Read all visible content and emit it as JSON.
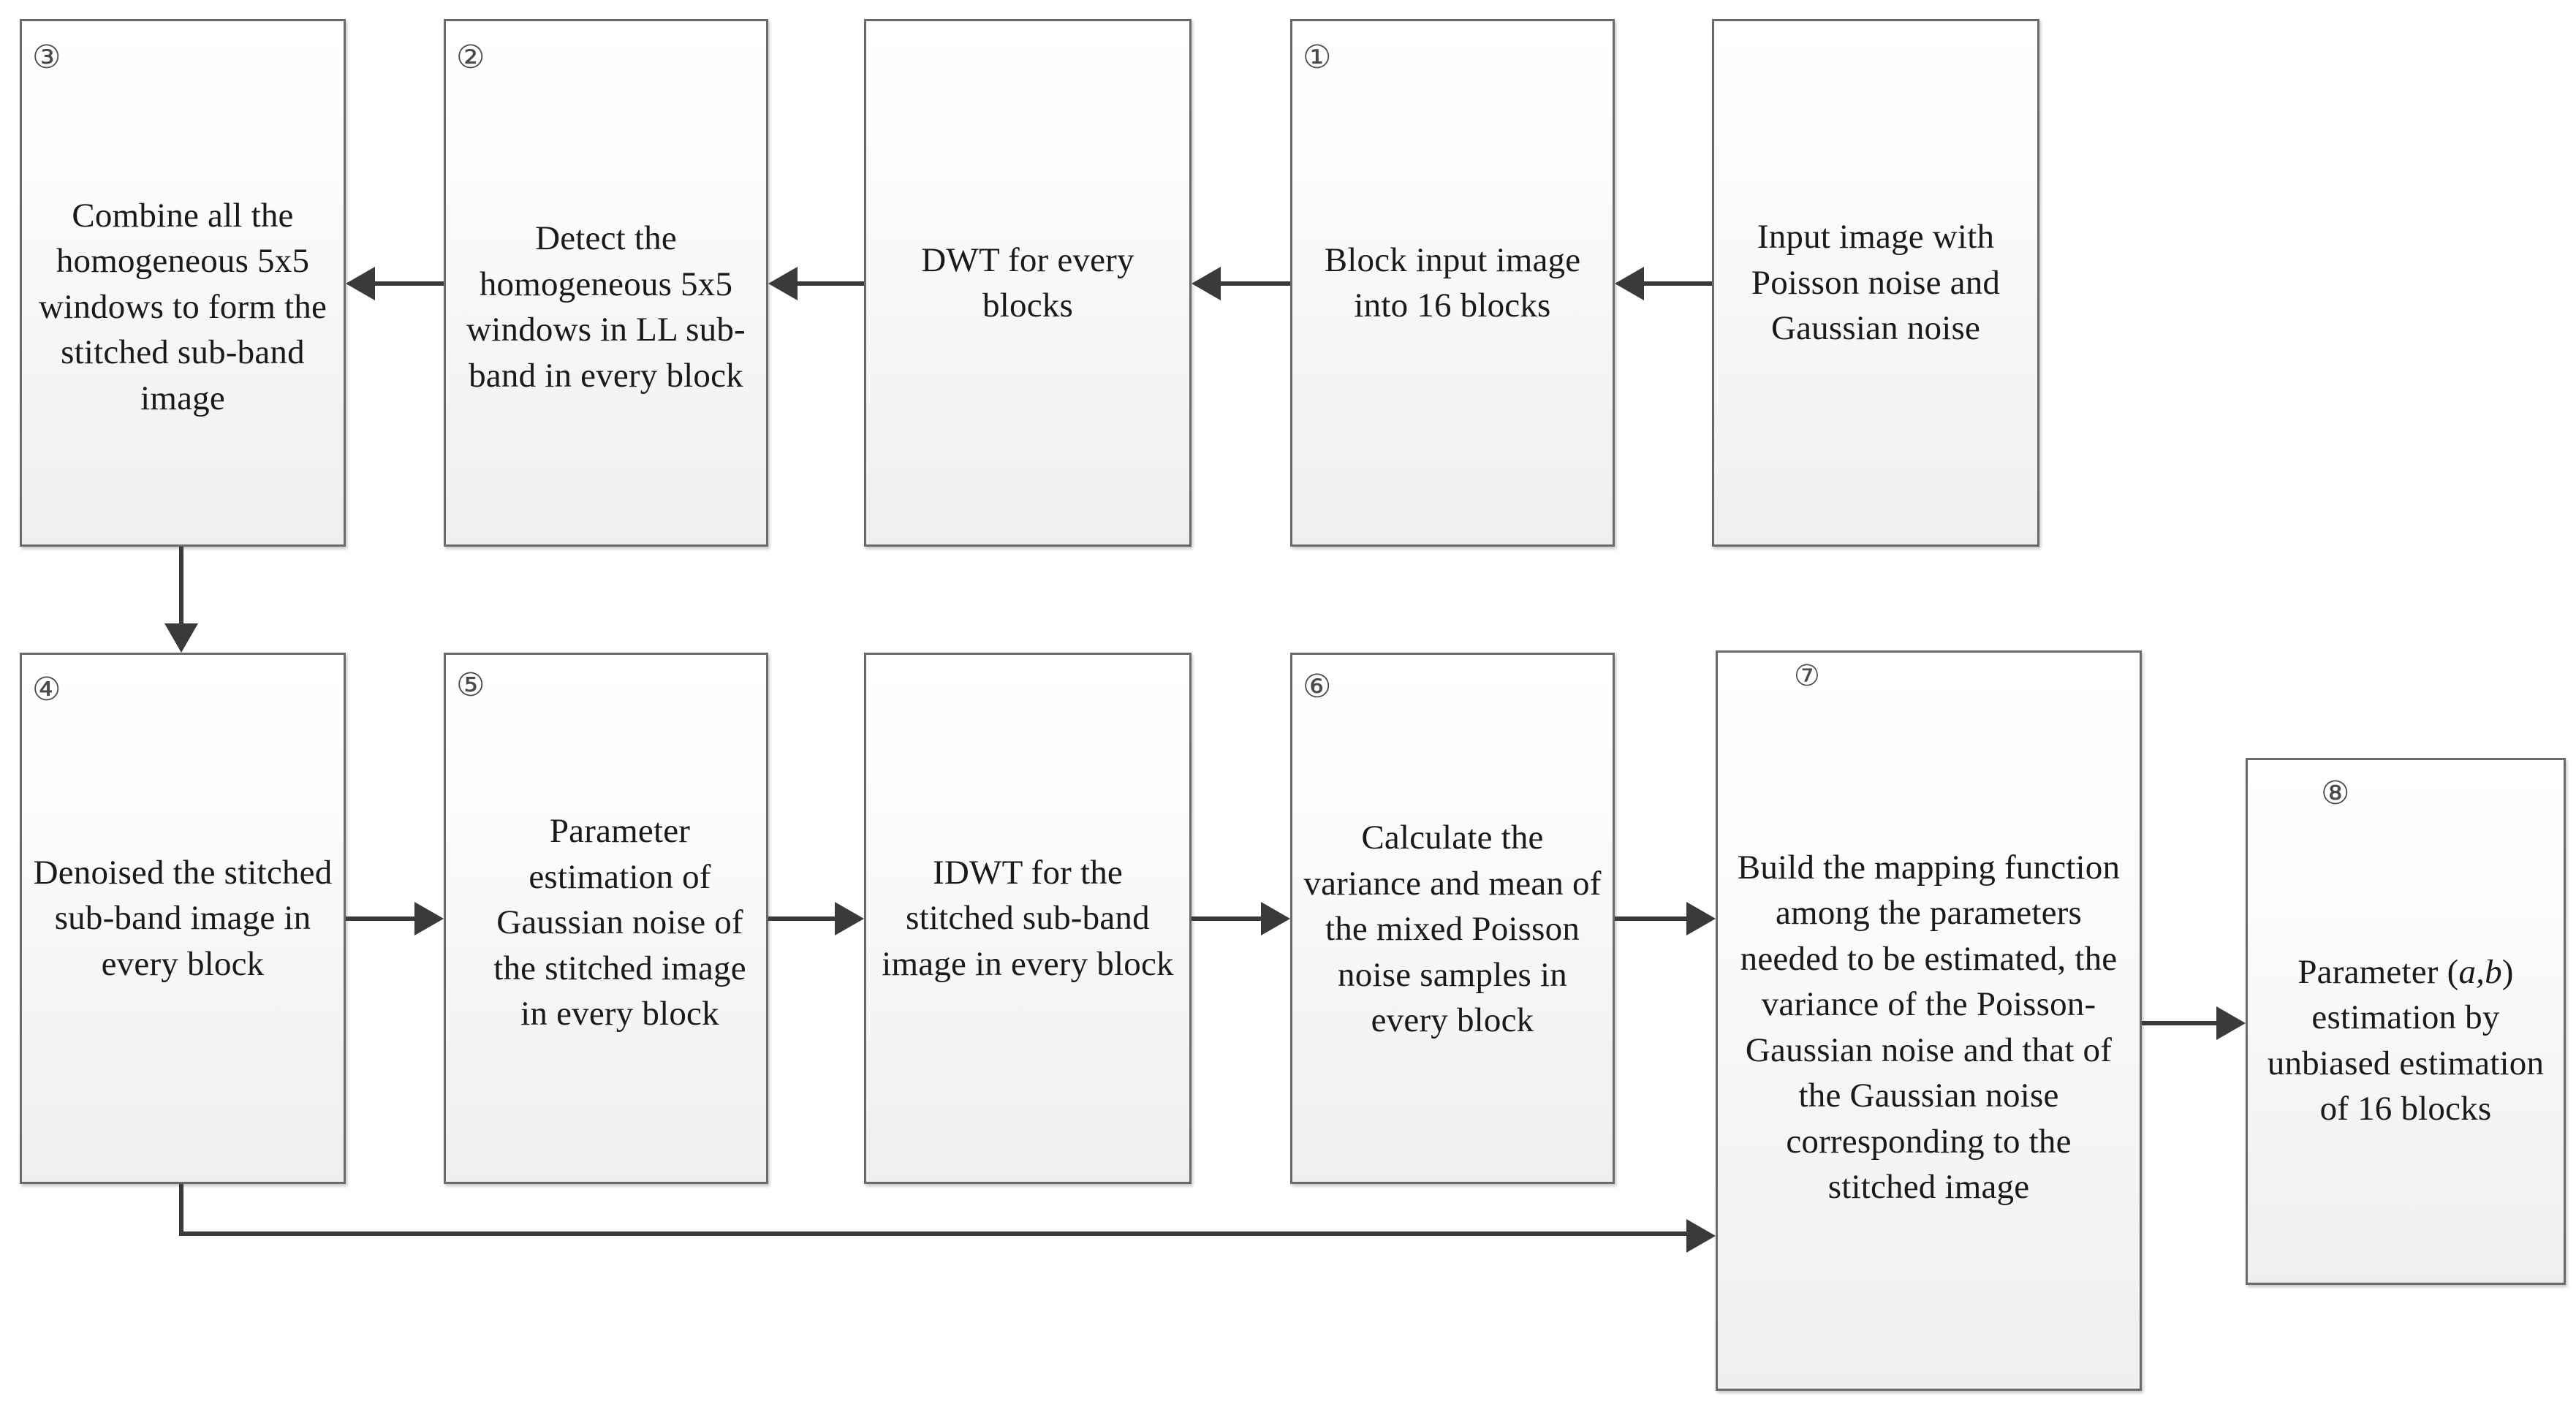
{
  "diagram": {
    "title": "Poisson-Gaussian noise parameter estimation flowchart",
    "accent_color": "#3a3a3a",
    "box_border_color": "#6a6a6a",
    "box_fill_color": "#f4f4f4",
    "nodes": [
      {
        "id": "input-image",
        "badge": "",
        "text": "Input image with Poisson noise and Gaussian noise"
      },
      {
        "id": "block-input",
        "badge": "①",
        "text": "Block input image into 16 blocks"
      },
      {
        "id": "dwt",
        "badge": "",
        "text": "DWT for every blocks"
      },
      {
        "id": "detect-homogeneous",
        "badge": "②",
        "text": "Detect the homogeneous 5x5 windows in LL sub-band in every block"
      },
      {
        "id": "combine-windows",
        "badge": "③",
        "text": "Combine all the homogeneous 5x5 windows to form the stitched sub-band image"
      },
      {
        "id": "denoise-stitched",
        "badge": "④",
        "text": "Denoised the stitched sub-band image in every block"
      },
      {
        "id": "parameter-estimation",
        "badge": "⑤",
        "text": "Parameter estimation of Gaussian noise of the stitched image in every block"
      },
      {
        "id": "idwt",
        "badge": "",
        "text": "IDWT for the stitched sub-band image in every block"
      },
      {
        "id": "calculate-variance",
        "badge": "⑥",
        "text": "Calculate the variance and mean of the mixed Poisson noise samples in every block"
      },
      {
        "id": "build-mapping",
        "badge": "⑦",
        "text": "Build the mapping function among the parameters needed to be estimated, the variance of the Poisson-Gaussian noise and that of the Gaussian noise corresponding to the stitched image"
      },
      {
        "id": "parameter-ab",
        "badge": "⑧",
        "text_before": "Parameter (",
        "text_italic": "a,b",
        "text_after": ") estimation by unbiased estimation of 16 blocks"
      }
    ],
    "edges": [
      {
        "id": "input-to-block",
        "from": "input-image",
        "to": "block-input",
        "direction": "left"
      },
      {
        "id": "block-to-dwt",
        "from": "block-input",
        "to": "dwt",
        "direction": "left"
      },
      {
        "id": "dwt-to-detect",
        "from": "dwt",
        "to": "detect-homogeneous",
        "direction": "left"
      },
      {
        "id": "detect-to-combine",
        "from": "detect-homogeneous",
        "to": "combine-windows",
        "direction": "left"
      },
      {
        "id": "combine-to-denoise",
        "from": "combine-windows",
        "to": "denoise-stitched",
        "direction": "down"
      },
      {
        "id": "denoise-to-parameter",
        "from": "denoise-stitched",
        "to": "parameter-estimation",
        "direction": "right"
      },
      {
        "id": "parameter-to-idwt",
        "from": "parameter-estimation",
        "to": "idwt",
        "direction": "right"
      },
      {
        "id": "idwt-to-calculate",
        "from": "idwt",
        "to": "calculate-variance",
        "direction": "right"
      },
      {
        "id": "calculate-to-build",
        "from": "calculate-variance",
        "to": "build-mapping",
        "direction": "right"
      },
      {
        "id": "denoise-to-build-feedback",
        "from": "denoise-stitched",
        "to": "build-mapping",
        "direction": "right"
      },
      {
        "id": "build-to-parameter-ab",
        "from": "build-mapping",
        "to": "parameter-ab",
        "direction": "right"
      }
    ]
  }
}
